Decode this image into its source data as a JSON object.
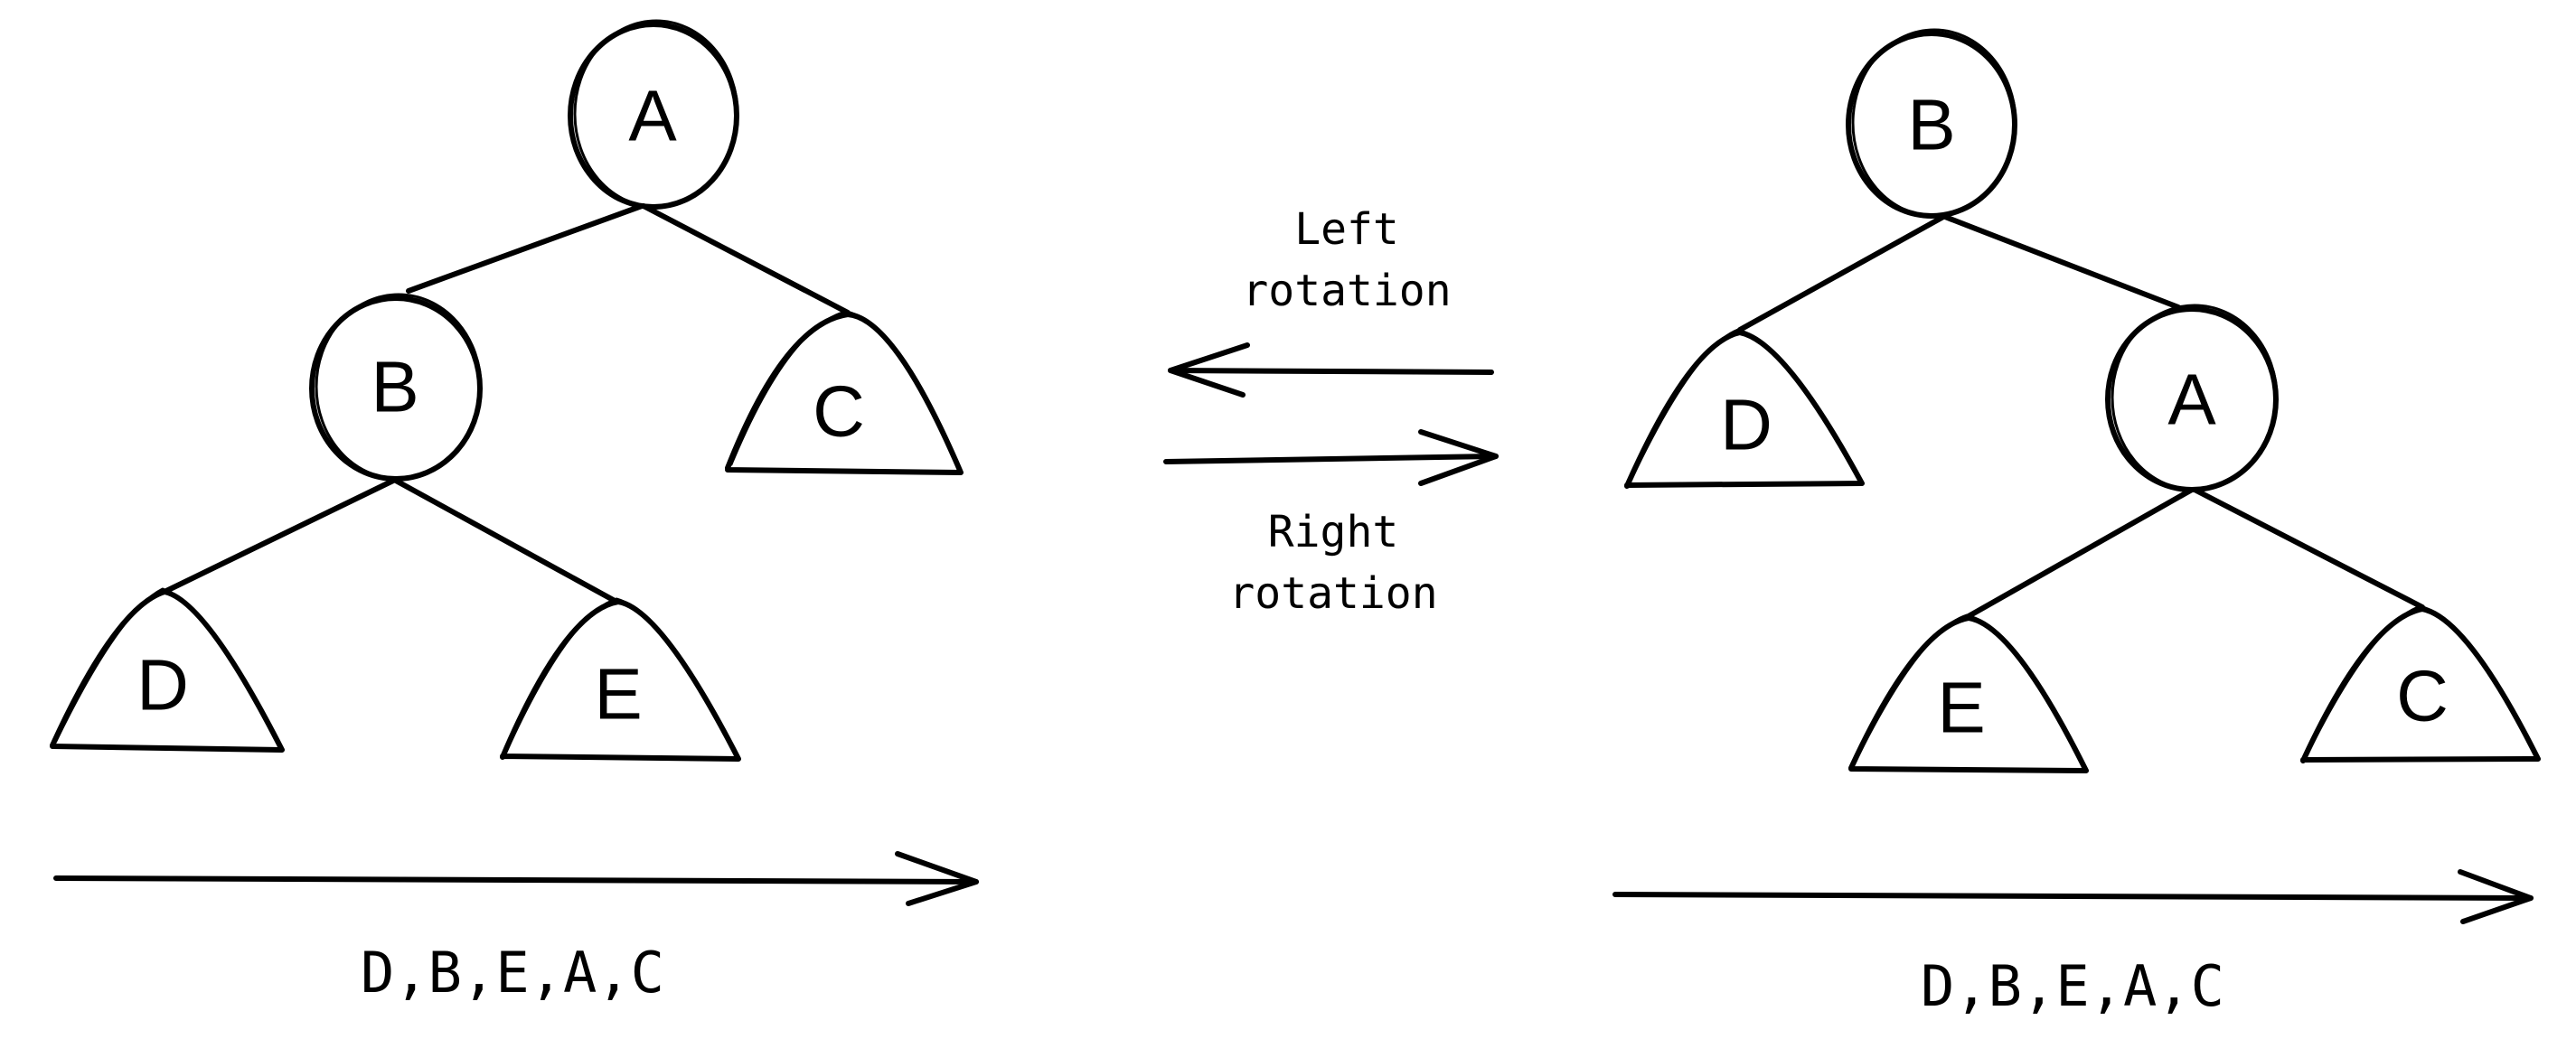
{
  "left_tree": {
    "root": "A",
    "left_child": "B",
    "right_subtree": "C",
    "b_left_subtree": "D",
    "b_right_subtree": "E",
    "inorder": "D,B,E,A,C"
  },
  "right_tree": {
    "root": "B",
    "left_subtree": "D",
    "right_child": "A",
    "a_left_subtree": "E",
    "a_right_subtree": "C",
    "inorder": "D,B,E,A,C"
  },
  "transitions": {
    "left_rotation_line1": "Left",
    "left_rotation_line2": "rotation",
    "right_rotation_line1": "Right",
    "right_rotation_line2": "rotation"
  }
}
